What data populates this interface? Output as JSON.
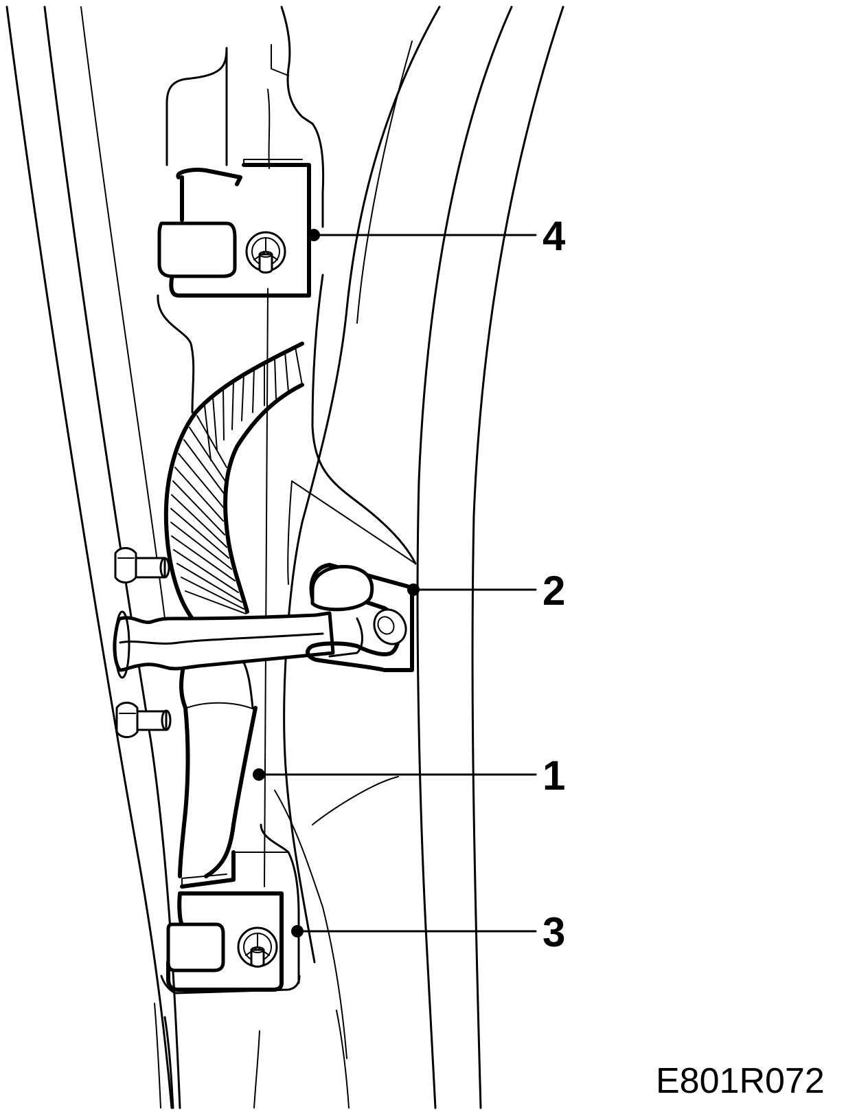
{
  "figure": {
    "code": "E801R072"
  },
  "callouts": [
    {
      "id": "1",
      "label": "1"
    },
    {
      "id": "2",
      "label": "2"
    },
    {
      "id": "3",
      "label": "3"
    },
    {
      "id": "4",
      "label": "4"
    }
  ],
  "colors": {
    "line": "#000000",
    "background": "#ffffff"
  }
}
